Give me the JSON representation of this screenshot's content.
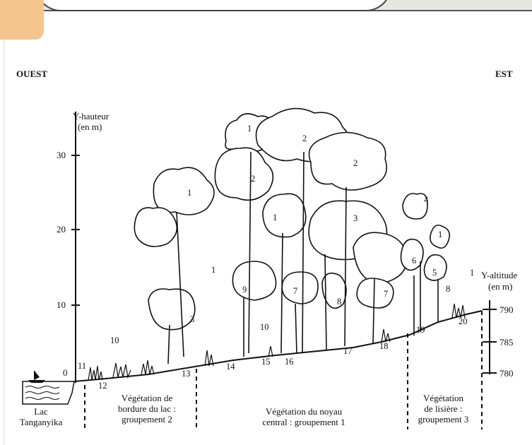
{
  "directions": {
    "west": "OUEST",
    "east": "EST"
  },
  "left_axis": {
    "title_line1": "Y-hauteur",
    "title_line2": "(en m)",
    "ticks": [
      "0",
      "10",
      "20",
      "30"
    ]
  },
  "right_axis": {
    "title_line1": "Y-altitude",
    "title_line2": "(en m)",
    "ticks": [
      "780",
      "785",
      "790"
    ]
  },
  "zones": {
    "lake": {
      "line1": "Lac",
      "line2": "Tanganyika"
    },
    "group2": {
      "line1": "Végétation de",
      "line2": "bordure du lac :",
      "line3": "groupement 2"
    },
    "group1": {
      "line1": "Végétation du noyau",
      "line2": "central : groupement 1"
    },
    "group3": {
      "line1": "Végétation",
      "line2": "de lisière :",
      "line3": "groupement 3"
    }
  },
  "species_labels": {
    "canopy_1a": "1",
    "canopy_2a": "2",
    "canopy_2b": "2",
    "left_1": "1",
    "left_2": "2",
    "mid_1": "1",
    "mid_3": "3",
    "right_4": "4",
    "right_1": "1",
    "right_6": "6",
    "right_5": "5",
    "right_8": "8",
    "right_1b": "1",
    "lower_1": "1",
    "lower_9": "9",
    "lower_7a": "7",
    "lower_8": "8",
    "lower_7b": "7",
    "lower_3": "3",
    "lower_10a": "10",
    "lower_10b": "10",
    "ground_11": "11",
    "ground_12": "12",
    "ground_13": "13",
    "ground_14": "14",
    "ground_15": "15",
    "ground_16": "16",
    "ground_17": "17",
    "ground_18": "18",
    "ground_19": "19",
    "ground_20": "20"
  }
}
